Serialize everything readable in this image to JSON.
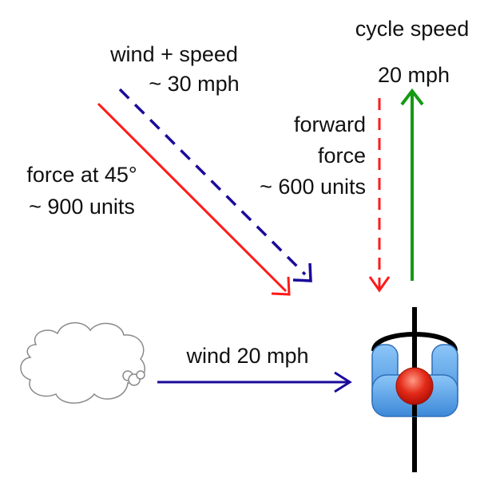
{
  "labels": {
    "cycle_speed": "cycle speed",
    "cycle_speed_value": "20 mph",
    "wind_plus_speed_line1": "wind + speed",
    "wind_plus_speed_line2": "~ 30 mph",
    "forward_force_line1": "forward",
    "forward_force_line2": "force",
    "forward_force_line3": "~ 600 units",
    "force_at_45_line1": "force at 45°",
    "force_at_45_line2": "~ 900 units",
    "wind": "wind 20 mph"
  },
  "colors": {
    "red_arrow": "#ff1a1a",
    "blue_arrow": "#1a0a9a",
    "green_arrow": "#139a13",
    "cyclist_blue": "#5aa4ea",
    "cyclist_ball": "#e01a10",
    "bike_black": "#000000"
  },
  "icons": {
    "cloud": "cloud-icon",
    "cyclist": "cyclist-icon"
  }
}
